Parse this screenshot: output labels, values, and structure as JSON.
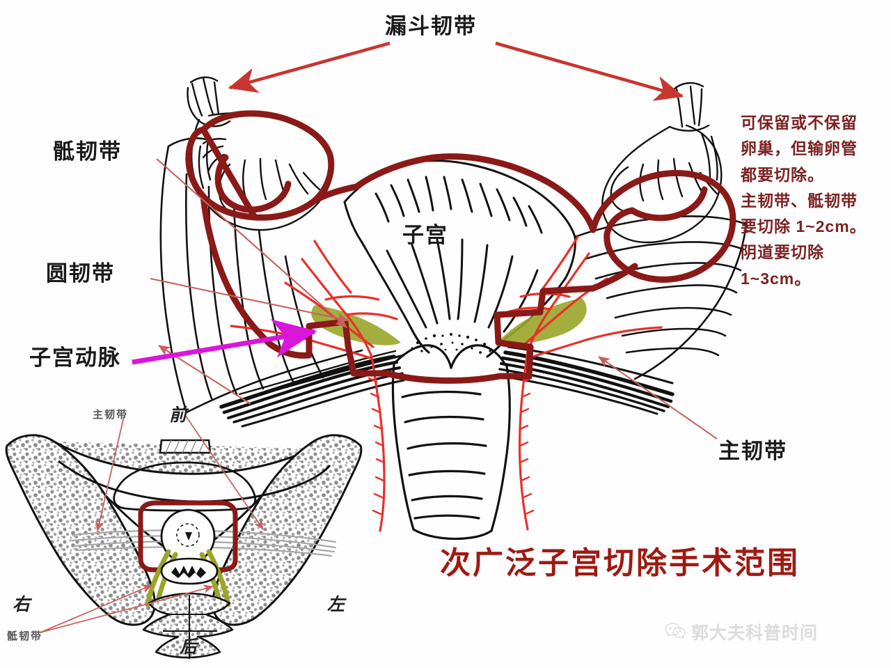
{
  "title": "次广泛子宫切除手术范围",
  "labels": {
    "infundibulopelvic_ligament": "漏斗韧带",
    "uterosacral_ligament": "骶韧带",
    "round_ligament": "圆韧带",
    "uterine_artery": "子宫动脉",
    "uterus": "子宫",
    "cardinal_ligament": "主韧带"
  },
  "note": {
    "lines": [
      "可保留或不保留",
      "卵巢，但输卵管",
      "都要切除。",
      "主韧带、骶韧带",
      "要切除 1~2cm。",
      "阴道要切除",
      "1~3cm。"
    ]
  },
  "inset": {
    "cardinal_ligament": "主韧带",
    "uterosacral_ligament": "骶韧带",
    "anterior": "前",
    "posterior": "后",
    "right": "右",
    "left": "左"
  },
  "watermark": {
    "text": "郭大夫科普时间",
    "icon": "wechat-icon"
  },
  "colors": {
    "resection_outline": "#8a1a18",
    "annotation_arrow": "#c8352f",
    "artery_arrow": "#d916d9",
    "vessel_red": "#e8302a",
    "ligament_green": "#9aa52a",
    "title_red": "#9e1a12",
    "note_red": "#7b2222",
    "ink_black": "#111111",
    "bone_gray": "#8c8c8c",
    "watermark_gray": "#dcdcdc"
  }
}
